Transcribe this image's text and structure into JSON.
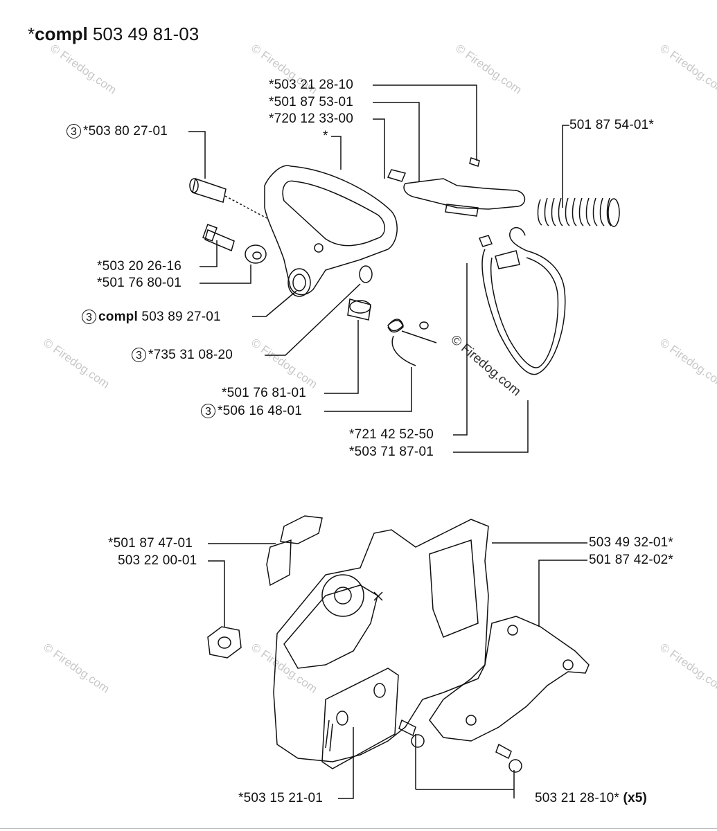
{
  "title": {
    "prefix": "*",
    "bold": "compl",
    "number": " 503 49 81-03"
  },
  "watermark": "© Firedog.com",
  "labels": {
    "l503_21_28_10_top": "*503 21 28-10",
    "l501_87_53_01": "*501 87 53-01",
    "l720_12_33_00": "*720 12 33-00",
    "star": "*",
    "l501_87_54_01": "501 87 54-01*",
    "l503_80_27_01": "*503 80 27-01",
    "l503_20_26_16": "*503 20 26-16",
    "l501_76_80_01": "*501 76 80-01",
    "compl_503_89_27_01_bold": "compl",
    "compl_503_89_27_01_num": " 503 89 27-01",
    "l735_31_08_20": "*735 31 08-20",
    "l501_76_81_01": "*501 76 81-01",
    "l506_16_48_01": "*506 16 48-01",
    "l721_42_52_50": "*721 42 52-50",
    "l503_71_87_01": "*503 71 87-01",
    "l501_87_47_01": "*501 87 47-01",
    "l503_22_00_01": "503 22 00-01",
    "l503_49_32_01": "503 49 32-01*",
    "l501_87_42_02": "501 87 42-02*",
    "l503_15_21_01": "*503 15 21-01",
    "l503_21_28_10_bottom": "503 21 28-10*",
    "x5": "(x5)",
    "circle_num": "3"
  }
}
